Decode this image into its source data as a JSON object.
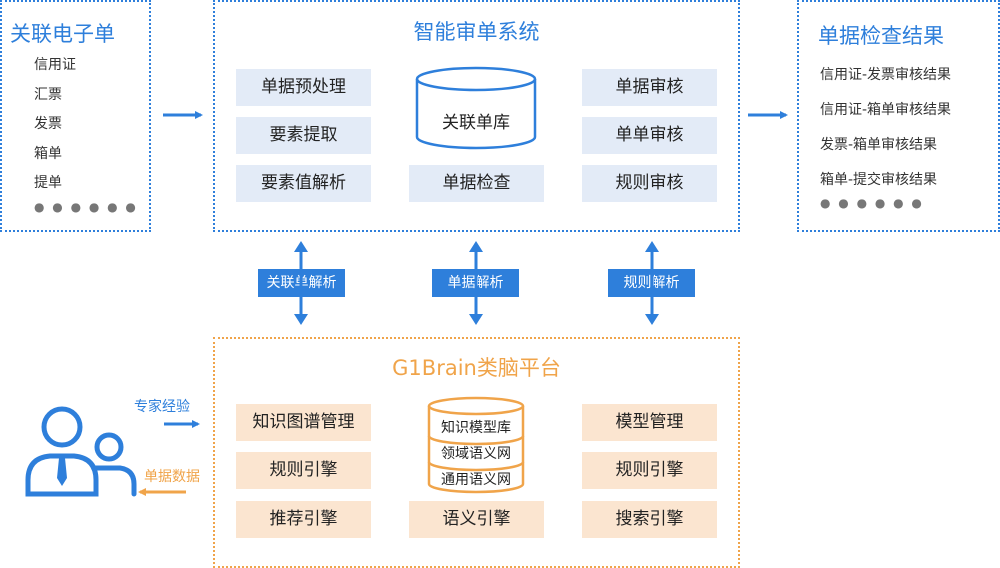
{
  "left_panel": {
    "title": "关联电子单",
    "items": [
      "信用证",
      "汇票",
      "发票",
      "箱单",
      "提单"
    ],
    "more": "● ● ● ● ● ●"
  },
  "center_system": {
    "title": "智能审单系统",
    "left_col": [
      "单据预处理",
      "要素提取",
      "要素值解析"
    ],
    "db_label": "关联单库",
    "mid_box": "单据检查",
    "right_col": [
      "单据审核",
      "单单审核",
      "规则审核"
    ]
  },
  "right_panel": {
    "title": "单据检查结果",
    "items": [
      "信用证-发票审核结果",
      "信用证-箱单审核结果",
      "发票-箱单审核结果",
      "箱单-提交审核结果"
    ],
    "more": "● ● ● ● ● ●"
  },
  "connectors": [
    "关联单解析",
    "单据解析",
    "规则解析"
  ],
  "brain": {
    "title": "G1Brain类脑平台",
    "left_col": [
      "知识图谱管理",
      "规则引擎",
      "推荐引擎"
    ],
    "db_layers": [
      "知识模型库",
      "领域语义网",
      "通用语义网"
    ],
    "mid_box": "语义引擎",
    "right_col": [
      "模型管理",
      "规则引擎",
      "搜索引擎"
    ]
  },
  "user": {
    "expert_label": "专家经验",
    "data_label": "单据数据"
  },
  "colors": {
    "blue": "#2e7fdb",
    "orange": "#f0a44a",
    "blue_box": "#e3ebf7",
    "orange_box": "#fbe5d0"
  }
}
